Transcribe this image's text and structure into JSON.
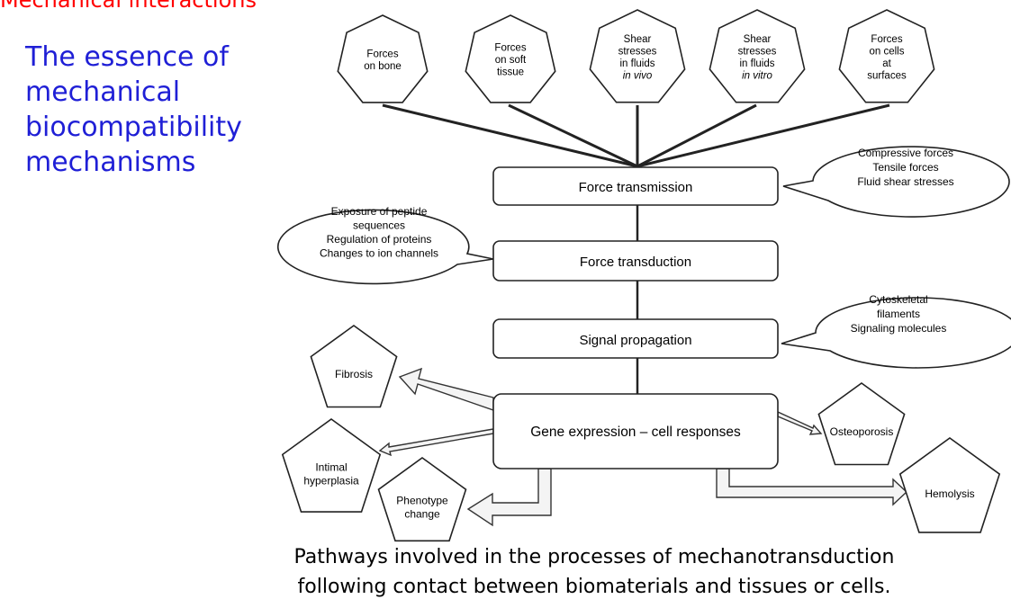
{
  "slide": {
    "title": "Mechanical interactions",
    "heading_lines": [
      "The essence of",
      "mechanical",
      "biocompatibility",
      "mechanisms"
    ]
  },
  "diagram": {
    "sources": [
      {
        "lines": [
          "Forces",
          "on bone"
        ],
        "italic_last": false
      },
      {
        "lines": [
          "Forces",
          "on soft",
          "tissue"
        ],
        "italic_last": false
      },
      {
        "lines": [
          "Shear",
          "stresses",
          "in fluids",
          "in vivo"
        ],
        "italic_last": true
      },
      {
        "lines": [
          "Shear",
          "stresses",
          "in fluids",
          "in vitro"
        ],
        "italic_last": true
      },
      {
        "lines": [
          "Forces",
          "on cells",
          "at",
          "surfaces"
        ],
        "italic_last": false
      }
    ],
    "steps": [
      "Force transmission",
      "Force transduction",
      "Signal propagation",
      "Gene expression – cell responses"
    ],
    "bubbles": {
      "transmission": [
        "Compressive forces",
        "Tensile forces",
        "Fluid shear stresses"
      ],
      "transduction": [
        "Exposure of peptide",
        "sequences",
        "Regulation of proteins",
        "Changes to ion channels"
      ],
      "propagation": [
        "Cytoskeletal",
        "filaments",
        "Signaling molecules"
      ]
    },
    "outcomes": {
      "fibrosis": [
        "Fibrosis"
      ],
      "intimal": [
        "Intimal",
        "hyperplasia"
      ],
      "phenotype": [
        "Phenotype",
        "change"
      ],
      "osteoporosis": [
        "Osteoporosis"
      ],
      "hemolysis": [
        "Hemolysis"
      ]
    }
  },
  "caption_lines": [
    "Pathways involved in the processes of mechanotransduction",
    "following contact between biomaterials and tissues or cells."
  ]
}
